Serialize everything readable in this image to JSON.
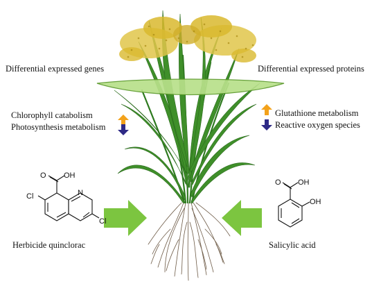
{
  "labels": {
    "genes": "Differential expressed genes",
    "proteins": "Differential expressed proteins",
    "chlorophyll": "Chlorophyll catabolism",
    "photosynthesis": "Photosynthesis metabolism",
    "glutathione": "Glutathione metabolism",
    "ros": "Reactive oxygen species",
    "quinclorac": "Herbicide quinclorac",
    "salicylic": "Salicylic acid"
  },
  "quinclorac_atoms": {
    "cooh": "O",
    "oh": "OH",
    "cl_left": "Cl",
    "n": "N",
    "cl_right": "Cl"
  },
  "salicylic_atoms": {
    "o": "O",
    "oh_top": "OH",
    "oh_ring": "OH"
  },
  "colors": {
    "leaf": "#3f8f2a",
    "leaf_dark": "#2a6a1c",
    "grain": "#d9b92e",
    "lens": "#b8e08a",
    "lens_edge": "#5c9a2c",
    "arrow_up": "#f3a21b",
    "arrow_down": "#2e2a86",
    "big_arrow": "#7cc540",
    "root": "#6d5a46"
  }
}
